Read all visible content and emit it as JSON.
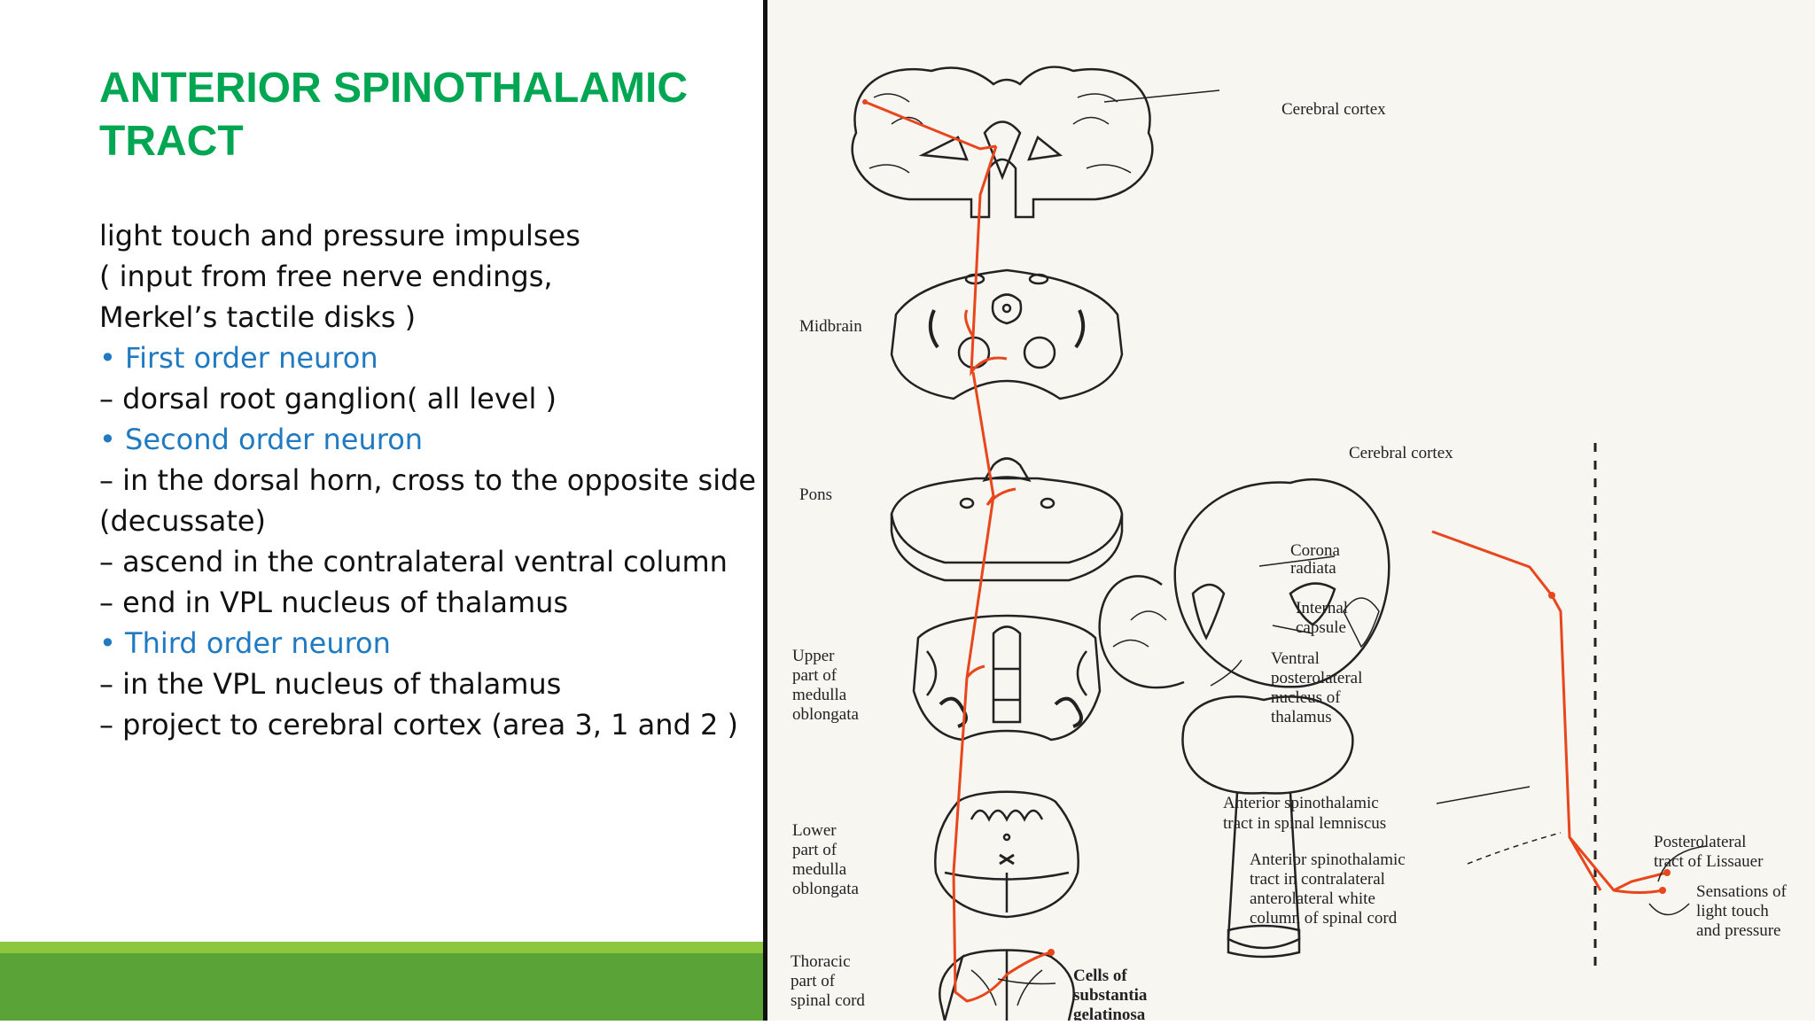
{
  "slide": {
    "title": "ANTERIOR SPINOTHALAMIC TRACT",
    "lines": [
      {
        "text": "light touch and pressure impulses",
        "style": "black"
      },
      {
        "text": "( input from free nerve endings,",
        "style": "black"
      },
      {
        "text": "Merkel’s tactile disks )",
        "style": "black"
      },
      {
        "text": "• First order neuron",
        "style": "blue"
      },
      {
        "text": "– dorsal root ganglion( all level )",
        "style": "black"
      },
      {
        "text": "• Second order neuron",
        "style": "blue"
      },
      {
        "text": "– in the dorsal horn, cross to the opposite side",
        "style": "black"
      },
      {
        "text": "(decussate)",
        "style": "black"
      },
      {
        "text": "– ascend in the contralateral ventral column",
        "style": "black"
      },
      {
        "text": "– end in VPL nucleus of thalamus",
        "style": "black"
      },
      {
        "text": "• Third order neuron",
        "style": "blue"
      },
      {
        "text": "– in the VPL nucleus of thalamus",
        "style": "black"
      },
      {
        "text": "– project to cerebral cortex (area 3, 1 and 2 )",
        "style": "black"
      }
    ]
  },
  "diagram": {
    "left_labels": {
      "cerebral_cortex": "Cerebral cortex",
      "midbrain": "Midbrain",
      "pons": "Pons",
      "upper_medulla": [
        "Upper",
        "part of",
        "medulla",
        "oblongata"
      ],
      "lower_medulla": [
        "Lower",
        "part of",
        "medulla",
        "oblongata"
      ],
      "thoracic": [
        "Thoracic",
        "part of",
        "spinal cord"
      ],
      "substantia": [
        "Cells of",
        "substantia",
        "gelatinosa"
      ]
    },
    "right_labels": {
      "cerebral_cortex": "Cerebral cortex",
      "corona_radiata": [
        "Corona",
        "radiata"
      ],
      "internal_capsule": [
        "Internal",
        "capsule"
      ],
      "vpl": [
        "Ventral",
        "posterolateral",
        "nucleus of",
        "thalamus"
      ],
      "anterior_lemniscus": [
        "Anterior spinothalamic",
        "tract in spinal lemniscus"
      ],
      "anterior_contralateral": [
        "Anterior spinothalamic",
        "tract in contralateral",
        "anterolateral white",
        "column of spinal cord"
      ],
      "lissauer": [
        "Posterolateral",
        "tract of Lissauer"
      ],
      "sensations": [
        "Sensations of",
        "light touch",
        "and pressure"
      ]
    },
    "colors": {
      "tract": "#e8461c",
      "ink": "#222222",
      "title": "#00a651",
      "bullet": "#1f7ac2"
    }
  }
}
